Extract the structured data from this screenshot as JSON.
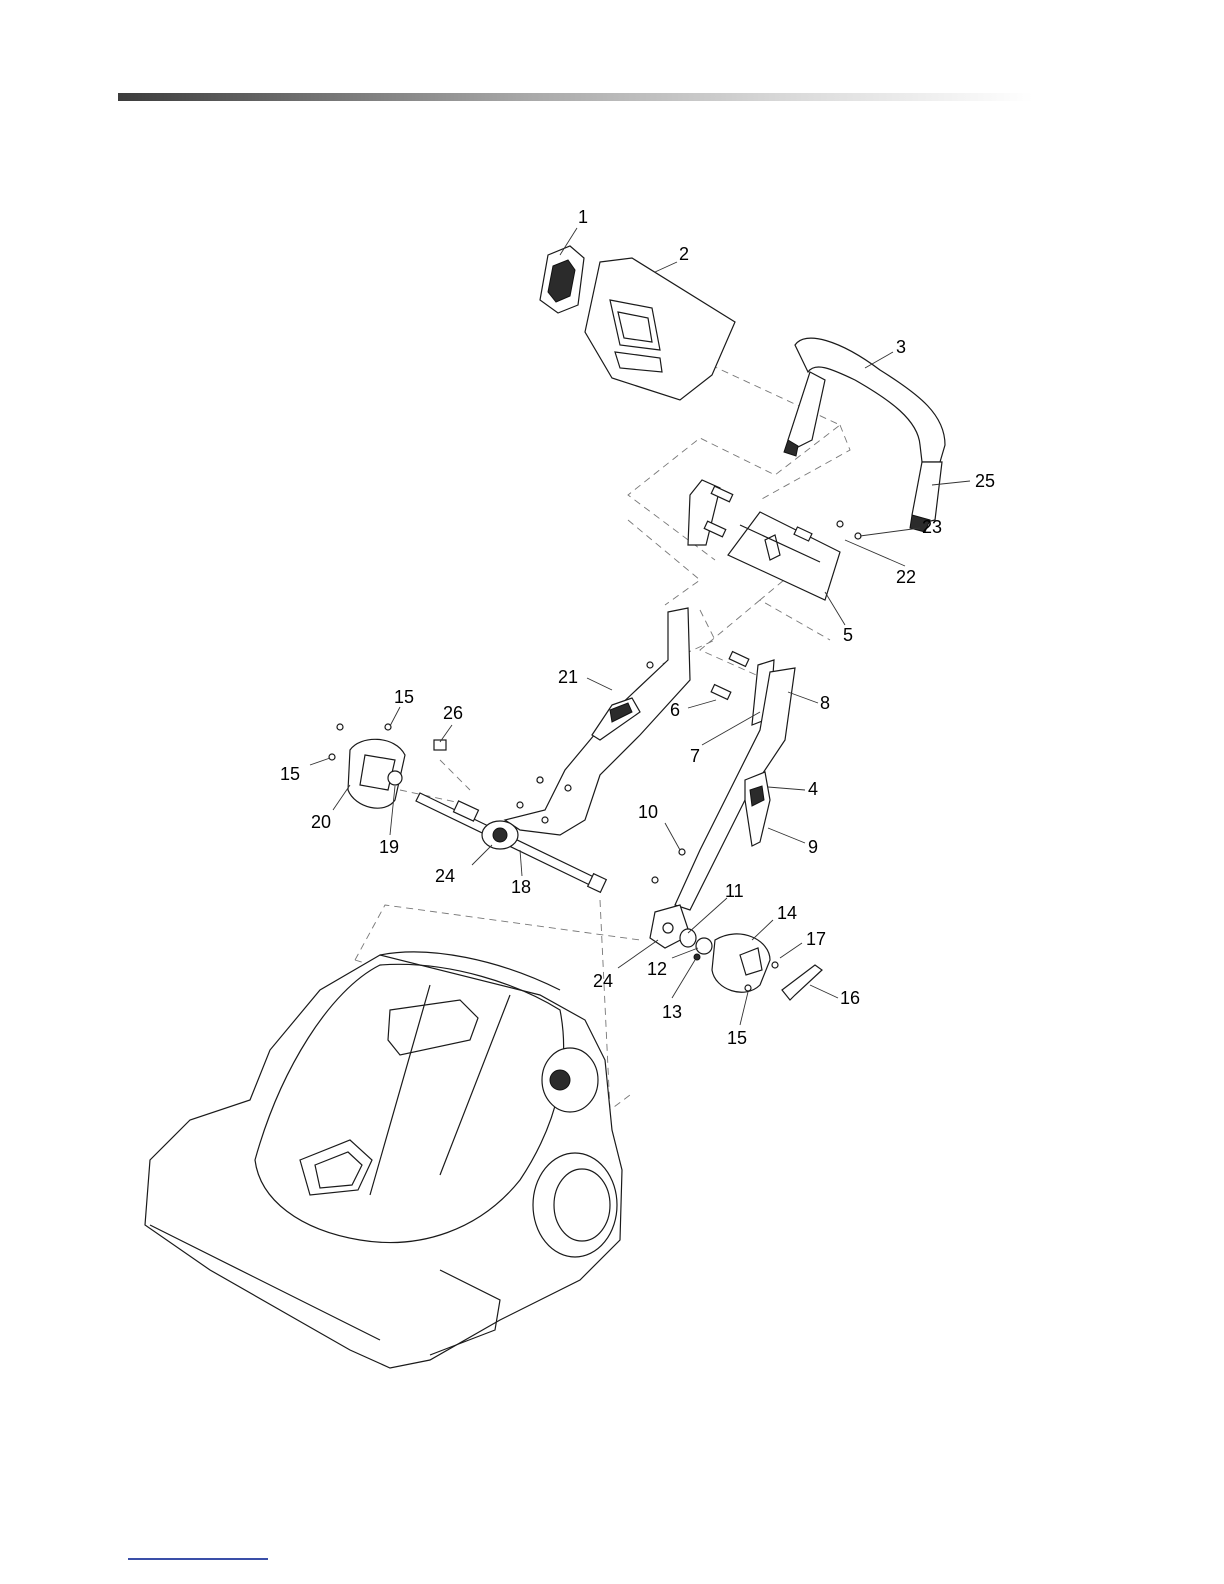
{
  "callouts": [
    {
      "id": "1",
      "text": "1"
    },
    {
      "id": "2",
      "text": "2"
    },
    {
      "id": "3",
      "text": "3"
    },
    {
      "id": "25",
      "text": "25"
    },
    {
      "id": "23",
      "text": "23"
    },
    {
      "id": "22",
      "text": "22"
    },
    {
      "id": "5",
      "text": "5"
    },
    {
      "id": "21",
      "text": "21"
    },
    {
      "id": "8",
      "text": "8"
    },
    {
      "id": "6",
      "text": "6"
    },
    {
      "id": "7",
      "text": "7"
    },
    {
      "id": "4",
      "text": "4"
    },
    {
      "id": "9",
      "text": "9"
    },
    {
      "id": "10",
      "text": "10"
    },
    {
      "id": "11",
      "text": "11"
    },
    {
      "id": "14",
      "text": "14"
    },
    {
      "id": "17",
      "text": "17"
    },
    {
      "id": "16",
      "text": "16"
    },
    {
      "id": "12",
      "text": "12"
    },
    {
      "id": "13",
      "text": "13"
    },
    {
      "id": "24b",
      "text": "24"
    },
    {
      "id": "15d",
      "text": "15"
    },
    {
      "id": "15a",
      "text": "15"
    },
    {
      "id": "26",
      "text": "26"
    },
    {
      "id": "15b",
      "text": "15"
    },
    {
      "id": "20",
      "text": "20"
    },
    {
      "id": "19",
      "text": "19"
    },
    {
      "id": "24a",
      "text": "24"
    },
    {
      "id": "18",
      "text": "18"
    }
  ],
  "colors": {
    "line": "#1a1a1a",
    "header_rule_dark": "#3c3c3c",
    "footer_link": "#3a4fa8"
  }
}
